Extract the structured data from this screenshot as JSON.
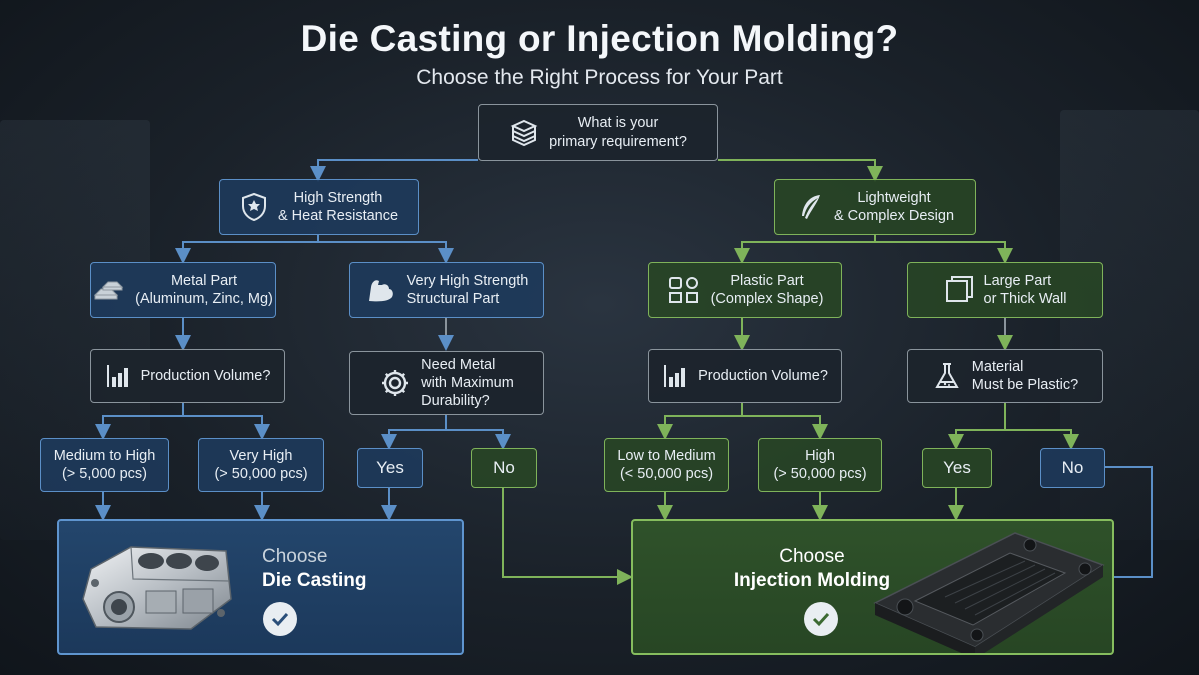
{
  "title": "Die Casting or Injection Molding?",
  "subtitle": "Choose the Right Process for Your Part",
  "nodes": {
    "root": {
      "l1": "What is your",
      "l2": "primary requirement?"
    },
    "strength": {
      "l1": "High Strength",
      "l2": "& Heat Resistance"
    },
    "lightweight": {
      "l1": "Lightweight",
      "l2": "& Complex Design"
    },
    "metal_part": {
      "l1": "Metal Part",
      "l2": "(Aluminum, Zinc, Mg)"
    },
    "very_high_strength": {
      "l1": "Very High Strength",
      "l2": "Structural Part"
    },
    "plastic_part": {
      "l1": "Plastic Part",
      "l2": "(Complex Shape)"
    },
    "large_part": {
      "l1": "Large Part",
      "l2": "or Thick Wall"
    },
    "prod_volume_left": {
      "l1": "Production Volume?"
    },
    "need_metal": {
      "l1": "Need Metal",
      "l2": "with Maximum",
      "l3": "Durability?"
    },
    "prod_volume_right": {
      "l1": "Production Volume?"
    },
    "material_plastic": {
      "l1": "Material",
      "l2": "Must be Plastic?"
    },
    "medium_high": {
      "l1": "Medium to High",
      "l2": "(> 5,000 pcs)"
    },
    "very_high": {
      "l1": "Very High",
      "l2": "(> 50,000 pcs)"
    },
    "yes_left": {
      "l1": "Yes"
    },
    "no_left": {
      "l1": "No"
    },
    "low_medium": {
      "l1": "Low to Medium",
      "l2": "(< 50,000 pcs)"
    },
    "high": {
      "l1": "High",
      "l2": "(> 50,000 pcs)"
    },
    "yes_right": {
      "l1": "Yes"
    },
    "no_right": {
      "l1": "No"
    }
  },
  "results": {
    "die_casting": {
      "l1": "Choose",
      "l2": "Die Casting"
    },
    "injection_molding": {
      "l1": "Choose",
      "l2": "Injection Molding"
    }
  },
  "colors": {
    "blue_line": "#5b8fc7",
    "green_line": "#7fb35a",
    "blue_box": "#1e3a5c",
    "green_box": "#284624"
  }
}
